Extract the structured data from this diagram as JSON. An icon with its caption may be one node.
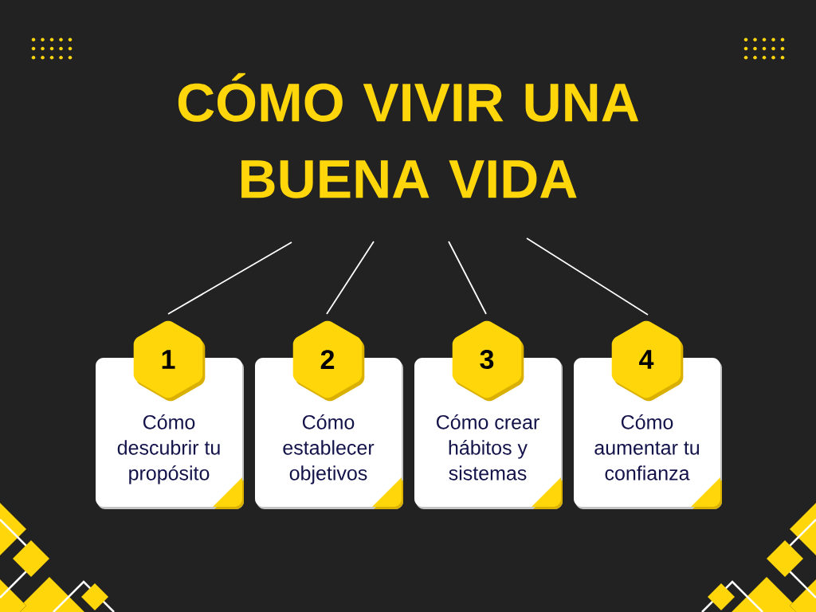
{
  "diagram": {
    "nodes": [
      {
        "text": [
          "CÓMO VIVIR UNA BUENA VIDA"
        ]
      },
      {
        "text": [
          "1"
        ]
      },
      {
        "text": [
          "Cómo descubrir tu propósito"
        ]
      },
      {
        "text": [
          "2"
        ]
      },
      {
        "text": [
          "Cómo establecer objetivos"
        ]
      },
      {
        "text": [
          "3"
        ]
      },
      {
        "text": [
          "Cómo crear hábitos y sistemas"
        ]
      },
      {
        "text": [
          "4"
        ]
      },
      {
        "text": [
          "Cómo aumentar tu confianza"
        ]
      }
    ],
    "edges": [
      {
        "from": 0,
        "to": 1,
        "arrow": "none"
      },
      {
        "from": 0,
        "to": 3,
        "arrow": "none"
      },
      {
        "from": 0,
        "to": 5,
        "arrow": "none"
      },
      {
        "from": 0,
        "to": 7,
        "arrow": "none"
      }
    ]
  }
}
